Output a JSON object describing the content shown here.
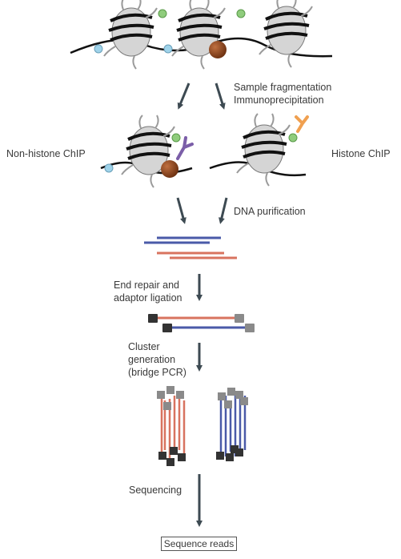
{
  "labels": {
    "step_fragmentation": [
      "Sample fragmentation",
      "Immunoprecipitation"
    ],
    "non_histone_chip": "Non-histone ChIP",
    "histone_chip": "Histone ChIP",
    "dna_purification": "DNA purification",
    "end_repair": [
      "End repair and",
      "adaptor ligation"
    ],
    "cluster_generation": [
      "Cluster",
      "generation",
      "(bridge PCR)"
    ],
    "sequencing": "Sequencing",
    "sequence_reads": "Sequence reads"
  },
  "colors": {
    "arrow": "#3d4a52",
    "dna": "#111111",
    "nucleosome": "#d5d5d5",
    "histone_tail": "#9a9a9a",
    "blue_mark": "#9fd3ea",
    "green_mark": "#8fcc7c",
    "protein": "#8b4420",
    "antibody_purple": "#7b5ea8",
    "antibody_orange": "#f0a050",
    "fragment_blue": "#4a5aa8",
    "fragment_red": "#d8735f",
    "adaptor_dark": "#333333",
    "adaptor_light": "#8a8a8a"
  }
}
